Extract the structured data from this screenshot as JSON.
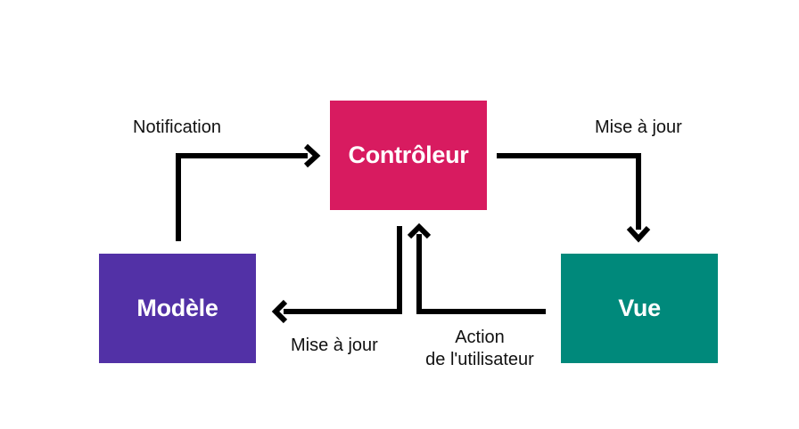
{
  "colors": {
    "controleur": "#d81b60",
    "modele": "#5231a6",
    "vue": "#00897b",
    "arrow": "#000000"
  },
  "nodes": {
    "controleur": "Contrôleur",
    "modele": "Modèle",
    "vue": "Vue"
  },
  "edges": {
    "notification": "Notification",
    "maj_vue": "Mise à jour",
    "maj_modele": "Mise à jour",
    "action_line1": "Action",
    "action_line2": "de l'utilisateur"
  }
}
